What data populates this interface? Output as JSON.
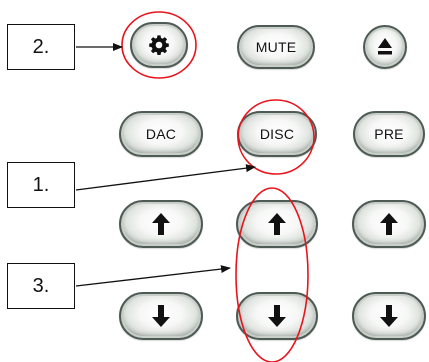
{
  "buttons": {
    "settings": {
      "icon": "gear-icon"
    },
    "mute": {
      "label": "MUTE"
    },
    "eject": {
      "icon": "eject-icon"
    },
    "dac": {
      "label": "DAC"
    },
    "disc": {
      "label": "DISC"
    },
    "pre": {
      "label": "PRE"
    },
    "up_left": {
      "icon": "arrow-up-icon"
    },
    "up_center": {
      "icon": "arrow-up-icon"
    },
    "up_right": {
      "icon": "arrow-up-icon"
    },
    "down_left": {
      "icon": "arrow-down-icon"
    },
    "down_center": {
      "icon": "arrow-down-icon"
    },
    "down_right": {
      "icon": "arrow-down-icon"
    }
  },
  "callouts": {
    "c1": {
      "label": "1."
    },
    "c2": {
      "label": "2."
    },
    "c3": {
      "label": "3."
    }
  },
  "colors": {
    "highlight": "#e8141b",
    "button_border": "#4e5a55",
    "text": "#111111"
  }
}
